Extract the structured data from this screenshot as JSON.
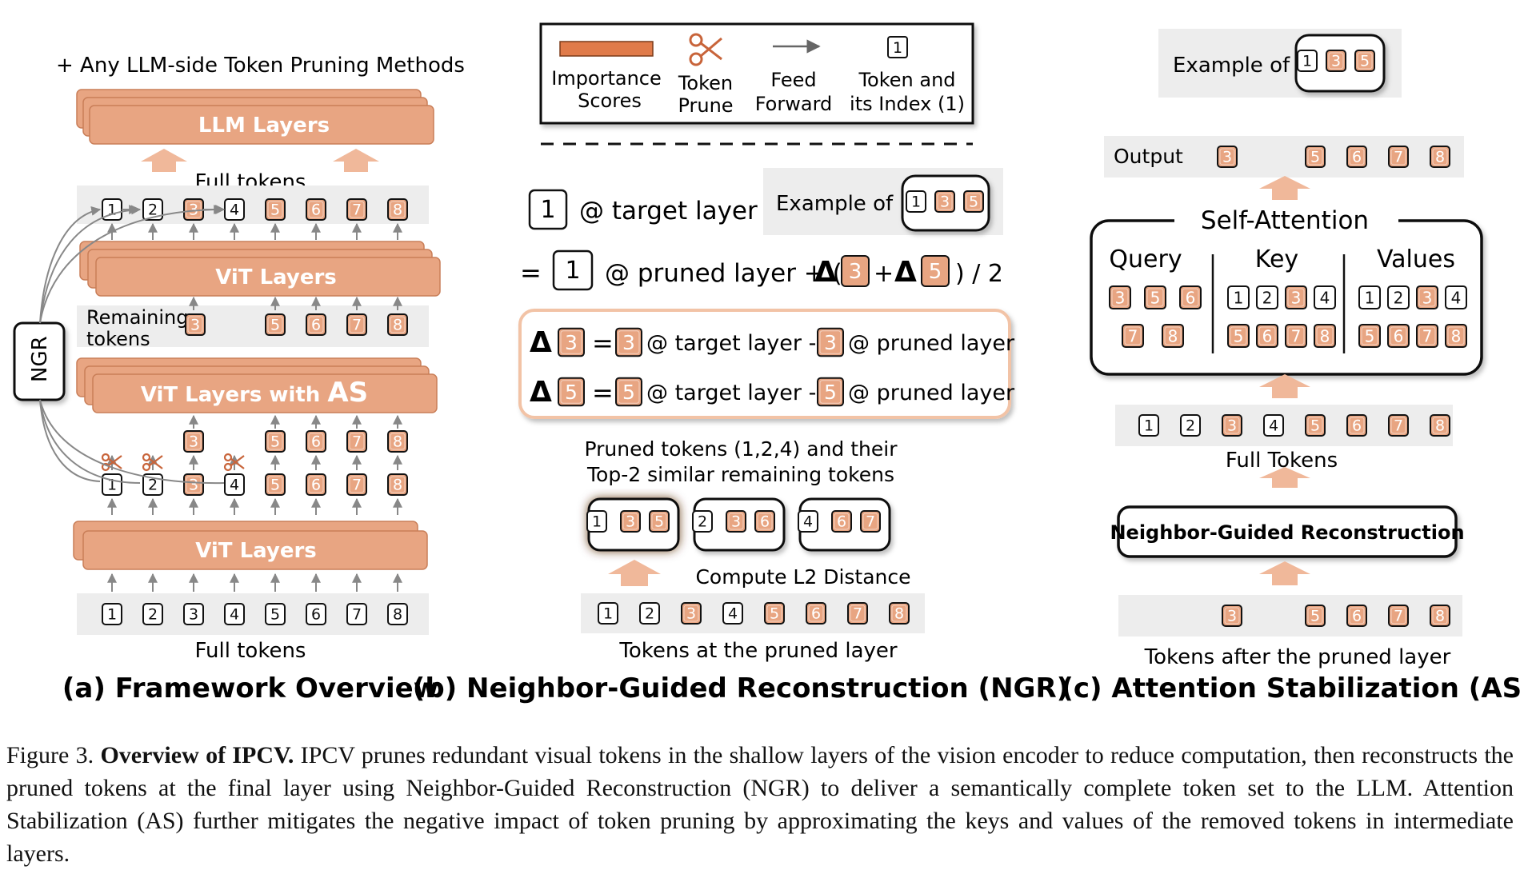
{
  "panel_a": {
    "top_note": "+ Any LLM-side Token Pruning Methods",
    "llm_layers": "LLM Layers",
    "full_tokens_top": "Full tokens",
    "vit_layers_top": "ViT Layers",
    "remaining_tokens_line1": "Remaining",
    "remaining_tokens_line2": "tokens",
    "vit_layers_as_prefix": "ViT Layers with",
    "vit_layers_as_suffix": "AS",
    "vit_layers_bottom": "ViT Layers",
    "full_tokens_bottom": "Full tokens",
    "ngr": "NGR",
    "title": "(a)  Framework Overview",
    "tokens": [
      "1",
      "2",
      "3",
      "4",
      "5",
      "6",
      "7",
      "8"
    ],
    "remaining": [
      "3",
      "5",
      "6",
      "7",
      "8"
    ],
    "pruned": [
      "1",
      "2",
      "4"
    ]
  },
  "panel_b": {
    "legend": {
      "importance_line1": "Importance",
      "importance_line2": "Scores",
      "prune_line1": "Token",
      "prune_line2": "Prune",
      "feed_line1": "Feed",
      "feed_line2": "Forward",
      "index_line1": "Token and",
      "index_line2": "its Index (1)",
      "index_example": "1"
    },
    "target_token": "1",
    "target_text": "@ target layer",
    "example_label": "Example of",
    "example_tokens": [
      "1",
      "3",
      "5"
    ],
    "eq_sign": "=",
    "eq_token": "1",
    "eq_text": "@ pruned layer + (",
    "delta": "Δ",
    "eq_t3": "3",
    "eq_plus": "+",
    "eq_t5": "5",
    "eq_tail": ") / 2",
    "delta_lines": [
      {
        "token": "3",
        "eq": "=",
        "target": "@ target layer -",
        "pruned": "@ pruned layer"
      },
      {
        "token": "5",
        "eq": "=",
        "target": "@ target layer -",
        "pruned": "@ pruned layer"
      }
    ],
    "pruned_caption_line1": "Pruned tokens (1,2,4) and their",
    "pruned_caption_line2": "Top-2 similar remaining tokens",
    "groups": [
      [
        "1",
        "3",
        "5"
      ],
      [
        "2",
        "3",
        "6"
      ],
      [
        "4",
        "6",
        "7"
      ]
    ],
    "compute_l2": "Compute L2 Distance",
    "tokens": [
      "1",
      "2",
      "3",
      "4",
      "5",
      "6",
      "7",
      "8"
    ],
    "tokens_caption": "Tokens at the pruned layer",
    "title": "(b)  Neighbor-Guided Reconstruction  (NGR)"
  },
  "panel_c": {
    "example_label": "Example of",
    "example_tokens": [
      "1",
      "3",
      "5"
    ],
    "output_label": "Output",
    "output_tokens": [
      "3",
      "5",
      "6",
      "7",
      "8"
    ],
    "self_attention": "Self-Attention",
    "query": "Query",
    "key": "Key",
    "values": "Values",
    "query_tokens": [
      "3",
      "5",
      "6",
      "7",
      "8"
    ],
    "key_tokens": [
      "1",
      "2",
      "3",
      "4",
      "5",
      "6",
      "7",
      "8"
    ],
    "value_tokens": [
      "1",
      "2",
      "3",
      "4",
      "5",
      "6",
      "7",
      "8"
    ],
    "full_tokens": [
      "1",
      "2",
      "3",
      "4",
      "5",
      "6",
      "7",
      "8"
    ],
    "full_tokens_label": "Full Tokens",
    "ngr_box": "Neighbor-Guided Reconstruction",
    "after_tokens": [
      "3",
      "5",
      "6",
      "7",
      "8"
    ],
    "after_caption": "Tokens after the pruned layer",
    "title": "(c)  Attention Stabilization (AS)"
  },
  "caption": {
    "lead": "Figure 3. ",
    "bold": "Overview of IPCV.",
    "body": " IPCV prunes redundant visual tokens in the shallow layers of the vision encoder to reduce computation, then reconstructs the pruned tokens at the final layer using Neighbor-Guided Reconstruction (NGR) to deliver a semantically complete token set to the LLM. Attention Stabilization (AS) further mitigates the negative impact of token pruning by approximating the keys and values of the removed tokens in intermediate layers."
  },
  "colors": {
    "orange": "#E8A582",
    "orange_dark": "#D9825A",
    "orange_light": "#F2C3A6",
    "arrow_orange": "#F0B89A",
    "gray_band": "#EDEDED",
    "scissors": "#C8643A",
    "legend_bar": "#E07B4A"
  }
}
